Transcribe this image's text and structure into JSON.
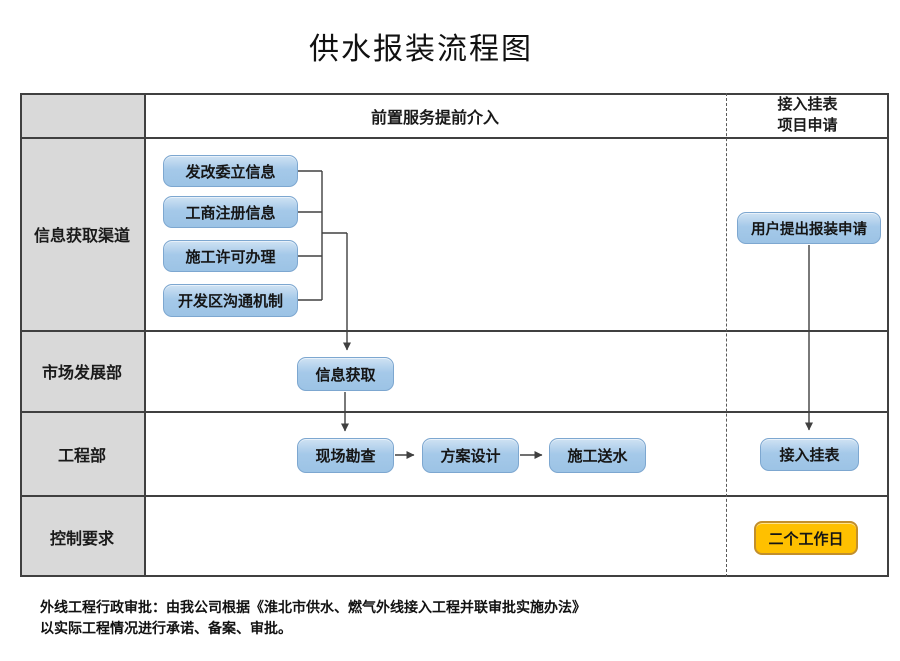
{
  "title": "供水报装流程图",
  "table": {
    "header": {
      "pre_service": "前置服务提前介入",
      "meter_project_line1": "接入挂表",
      "meter_project_line2": "项目申请"
    },
    "row_labels": [
      "信息获取渠道",
      "市场发展部",
      "工程部",
      "控制要求"
    ]
  },
  "nodes": {
    "ndrc_info": "发改委立信息",
    "business_registration": "工商注册信息",
    "construction_permit": "施工许可办理",
    "devzone_communication": "开发区沟通机制",
    "info_acquisition": "信息获取",
    "site_survey": "现场勘查",
    "scheme_design": "方案设计",
    "construction_water_supply": "施工送水",
    "user_application": "用户提出报装申请",
    "meter_installation": "接入挂表",
    "control_time": "二个工作日"
  },
  "footnote": {
    "line1": "外线工程行政审批：由我公司根据《淮北市供水、燃气外线接入工程并联审批实施办法》",
    "line2": "以实际工程情况进行承诺、备案、审批。"
  },
  "colors": {
    "node_fill": "#9dc3e6",
    "node_border": "#7da7d0",
    "highlight_fill": "#ffc000",
    "highlight_border": "#c28f2c",
    "label_bg": "#d9d9d9",
    "line": "#404040"
  }
}
